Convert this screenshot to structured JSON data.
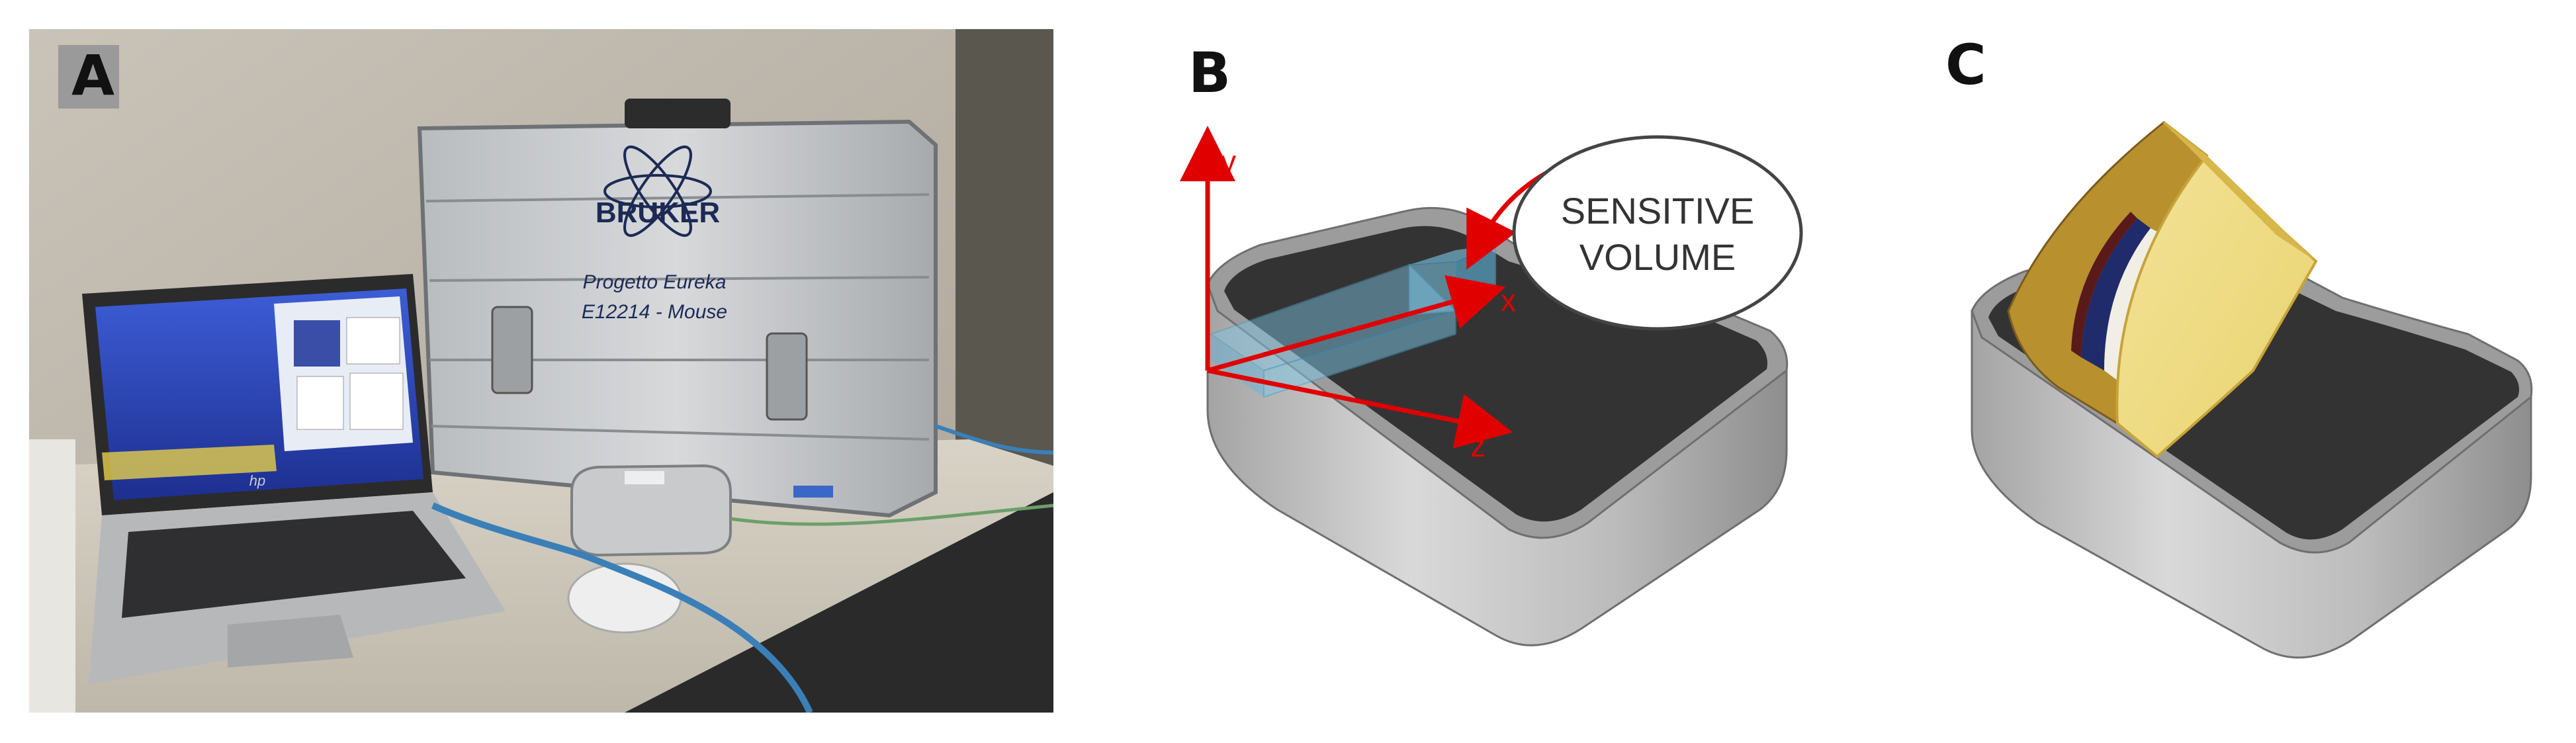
{
  "panels": [
    {
      "letter": "A",
      "kind": "photo"
    },
    {
      "letter": "B",
      "kind": "diagram"
    },
    {
      "letter": "C",
      "kind": "render"
    }
  ],
  "photo": {
    "case_brand": "BRUKER",
    "case_line1": "Progetto Eureka",
    "case_line2": "E12214 - Mouse",
    "laptop_brand": "hp"
  },
  "diagram_b": {
    "axis_y": "y",
    "axis_x": "x",
    "axis_z": "z",
    "callout_line1": "SENSITIVE",
    "callout_line2": "VOLUME"
  },
  "colors": {
    "axis": "#e00000",
    "sensitive_volume": "#7ec8e8",
    "sample": "#f2de8a"
  }
}
